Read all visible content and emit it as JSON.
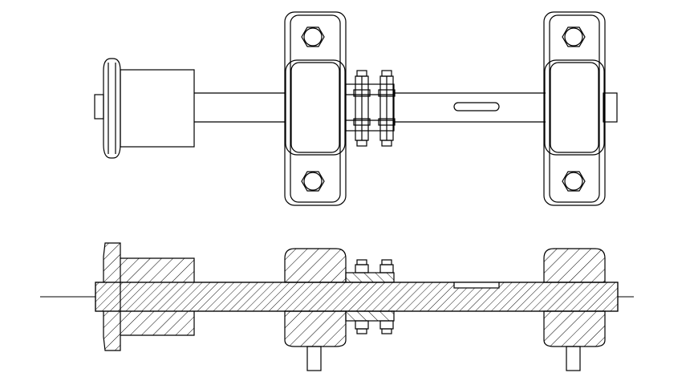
{
  "drawing": {
    "background": "#ffffff",
    "line_color": "#000000",
    "views": [
      {
        "name": "top-view",
        "parts": [
          "flange-bearing",
          "shaft",
          "pillow-block-bearing",
          "pillow-block-bearing",
          "twin-sprocket",
          "keyway-slot",
          "shaft-end-stub"
        ]
      },
      {
        "name": "section-view",
        "parts": [
          "flange-bearing-section",
          "shaft-section",
          "bearing-section",
          "bearing-section",
          "sprocket-section",
          "key",
          "bearing-mount-bolt",
          "center-line"
        ]
      }
    ]
  }
}
